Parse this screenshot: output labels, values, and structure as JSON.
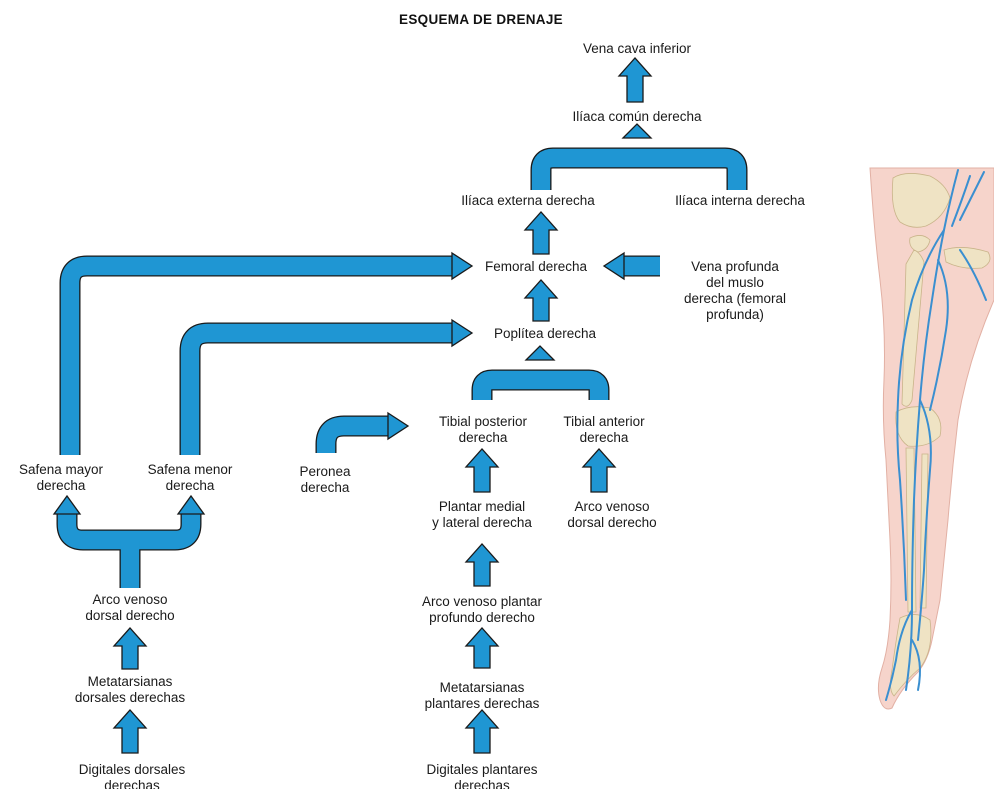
{
  "title": "ESQUEMA DE DRENAJE",
  "colors": {
    "flow": "#1f96d3",
    "outline": "#1a1a1a",
    "text": "#1a1a1a"
  },
  "nodes": {
    "vena_cava": [
      "Vena cava inferior"
    ],
    "iliaca_comun": [
      "Ilíaca común derecha"
    ],
    "iliaca_externa": [
      "Ilíaca externa derecha"
    ],
    "iliaca_interna": [
      "Ilíaca interna derecha"
    ],
    "femoral": [
      "Femoral derecha"
    ],
    "profunda": [
      "Vena profunda",
      "del muslo",
      "derecha (femoral",
      "profunda)"
    ],
    "poplitea": [
      "Poplítea derecha"
    ],
    "tibial_posterior": [
      "Tibial posterior",
      "derecha"
    ],
    "tibial_anterior": [
      "Tibial anterior",
      "derecha"
    ],
    "peronea": [
      "Peronea",
      "derecha"
    ],
    "safena_mayor": [
      "Safena mayor",
      "derecha"
    ],
    "safena_menor": [
      "Safena menor",
      "derecha"
    ],
    "plantar_medial": [
      "Plantar medial",
      "y lateral derecha"
    ],
    "arco_dorsal_derecho": [
      "Arco venoso",
      "dorsal derecho"
    ],
    "arco_dorsal_izq": [
      "Arco venoso",
      "dorsal derecho"
    ],
    "arco_plantar": [
      "Arco venoso plantar",
      "profundo derecho"
    ],
    "metatarsianas_dorsales": [
      "Metatarsianas",
      "dorsales derechas"
    ],
    "metatarsianas_plantares": [
      "Metatarsianas",
      "plantares derechas"
    ],
    "digitales_dorsales": [
      "Digitales dorsales",
      "derechas"
    ],
    "digitales_plantares": [
      "Digitales plantares",
      "derechas"
    ]
  },
  "illustration": {
    "subject": "right-leg-venous-anatomy",
    "vein_color": "#3a8fd0",
    "bone_color": "#efe3c4",
    "skin_color": "#f6d4cb"
  }
}
